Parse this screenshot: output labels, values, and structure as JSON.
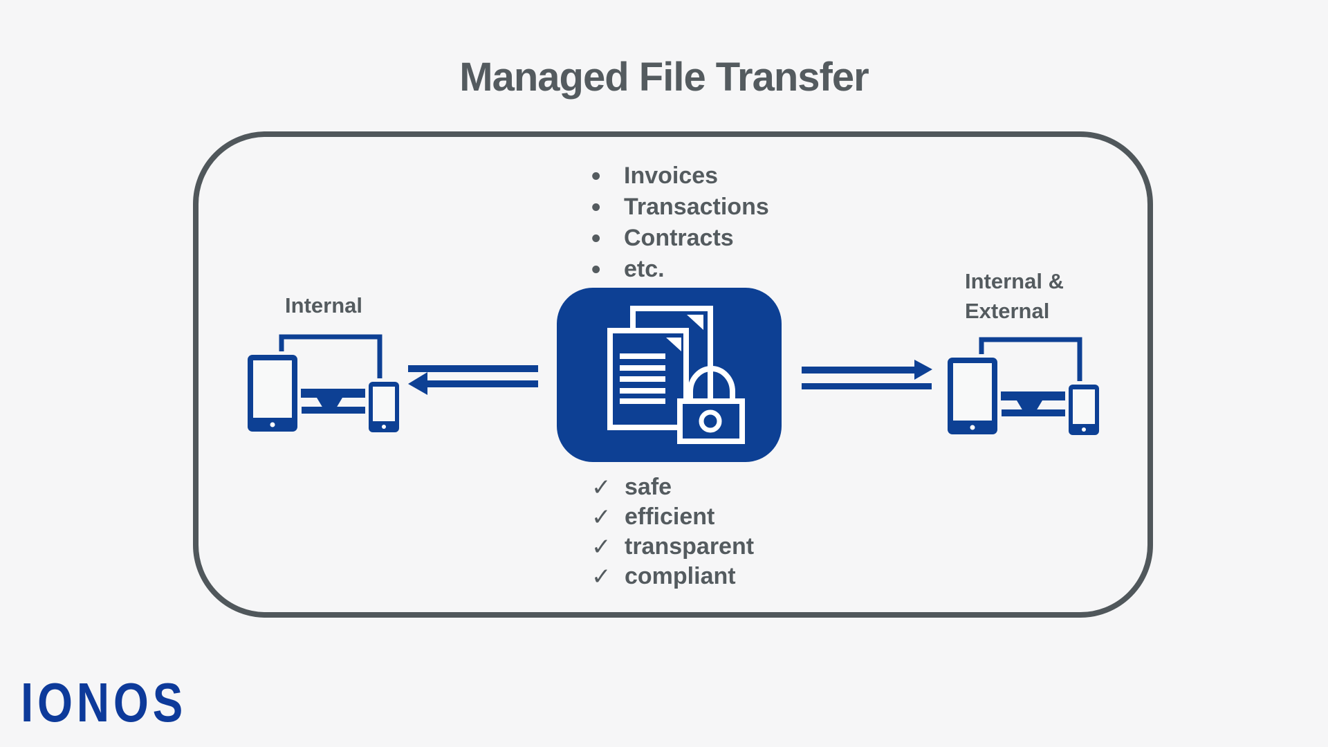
{
  "title": "Managed File Transfer",
  "colors": {
    "blue": "#0d4094",
    "gray": "#545b5f",
    "frame": "#50575b",
    "logo_blue": "#0d3a9a",
    "background": "#f6f6f7"
  },
  "documents_list": {
    "bullet_glyph": "•",
    "items": [
      "Invoices",
      "Transactions",
      "Contracts",
      "etc."
    ]
  },
  "benefits_list": {
    "check_glyph": "✓",
    "items": [
      "safe",
      "efficient",
      "transparent",
      "compliant"
    ]
  },
  "left_group": {
    "label": "Internal"
  },
  "right_group": {
    "label_line1": "Internal &",
    "label_line2": "External"
  },
  "logo": {
    "text": "IONOS"
  }
}
